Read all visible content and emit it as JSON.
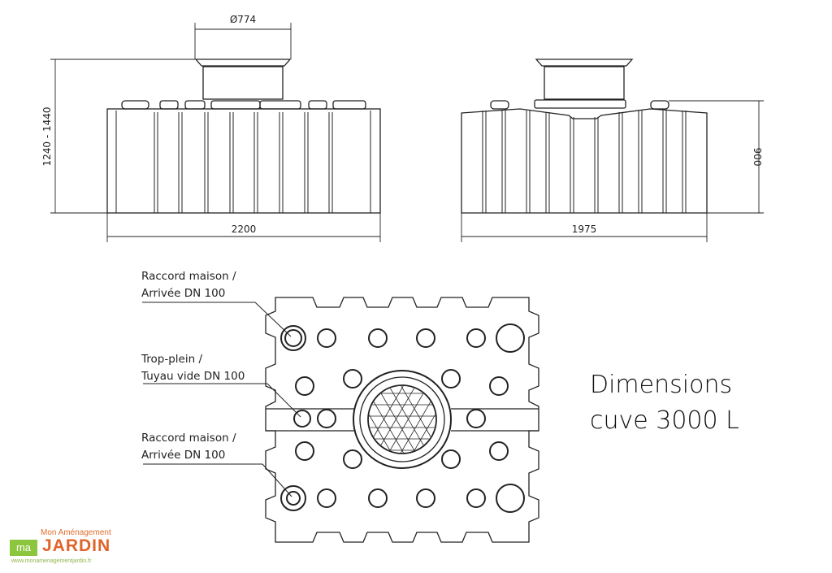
{
  "front_view": {
    "width_label": "2200",
    "height_label": "1240 - 1440",
    "dome_diameter_label": "Ø774"
  },
  "side_view": {
    "width_label": "1975",
    "height_label": "900"
  },
  "top_view": {
    "callouts": [
      {
        "line1": "Raccord maison /",
        "line2": "Arrivée DN 100"
      },
      {
        "line1": "Trop-plein /",
        "line2": "Tuyau vide DN 100"
      },
      {
        "line1": "Raccord maison /",
        "line2": "Arrivée DN 100"
      }
    ]
  },
  "title": {
    "line1": "Dimensions",
    "line2": "cuve 3000 L"
  },
  "logo": {
    "top": "Mon Aménagement",
    "big": "JARDIN",
    "badge": "ma",
    "url": "www.monamenagementjardin.fr",
    "orange": "#e0642a",
    "green": "#8cc63f"
  }
}
